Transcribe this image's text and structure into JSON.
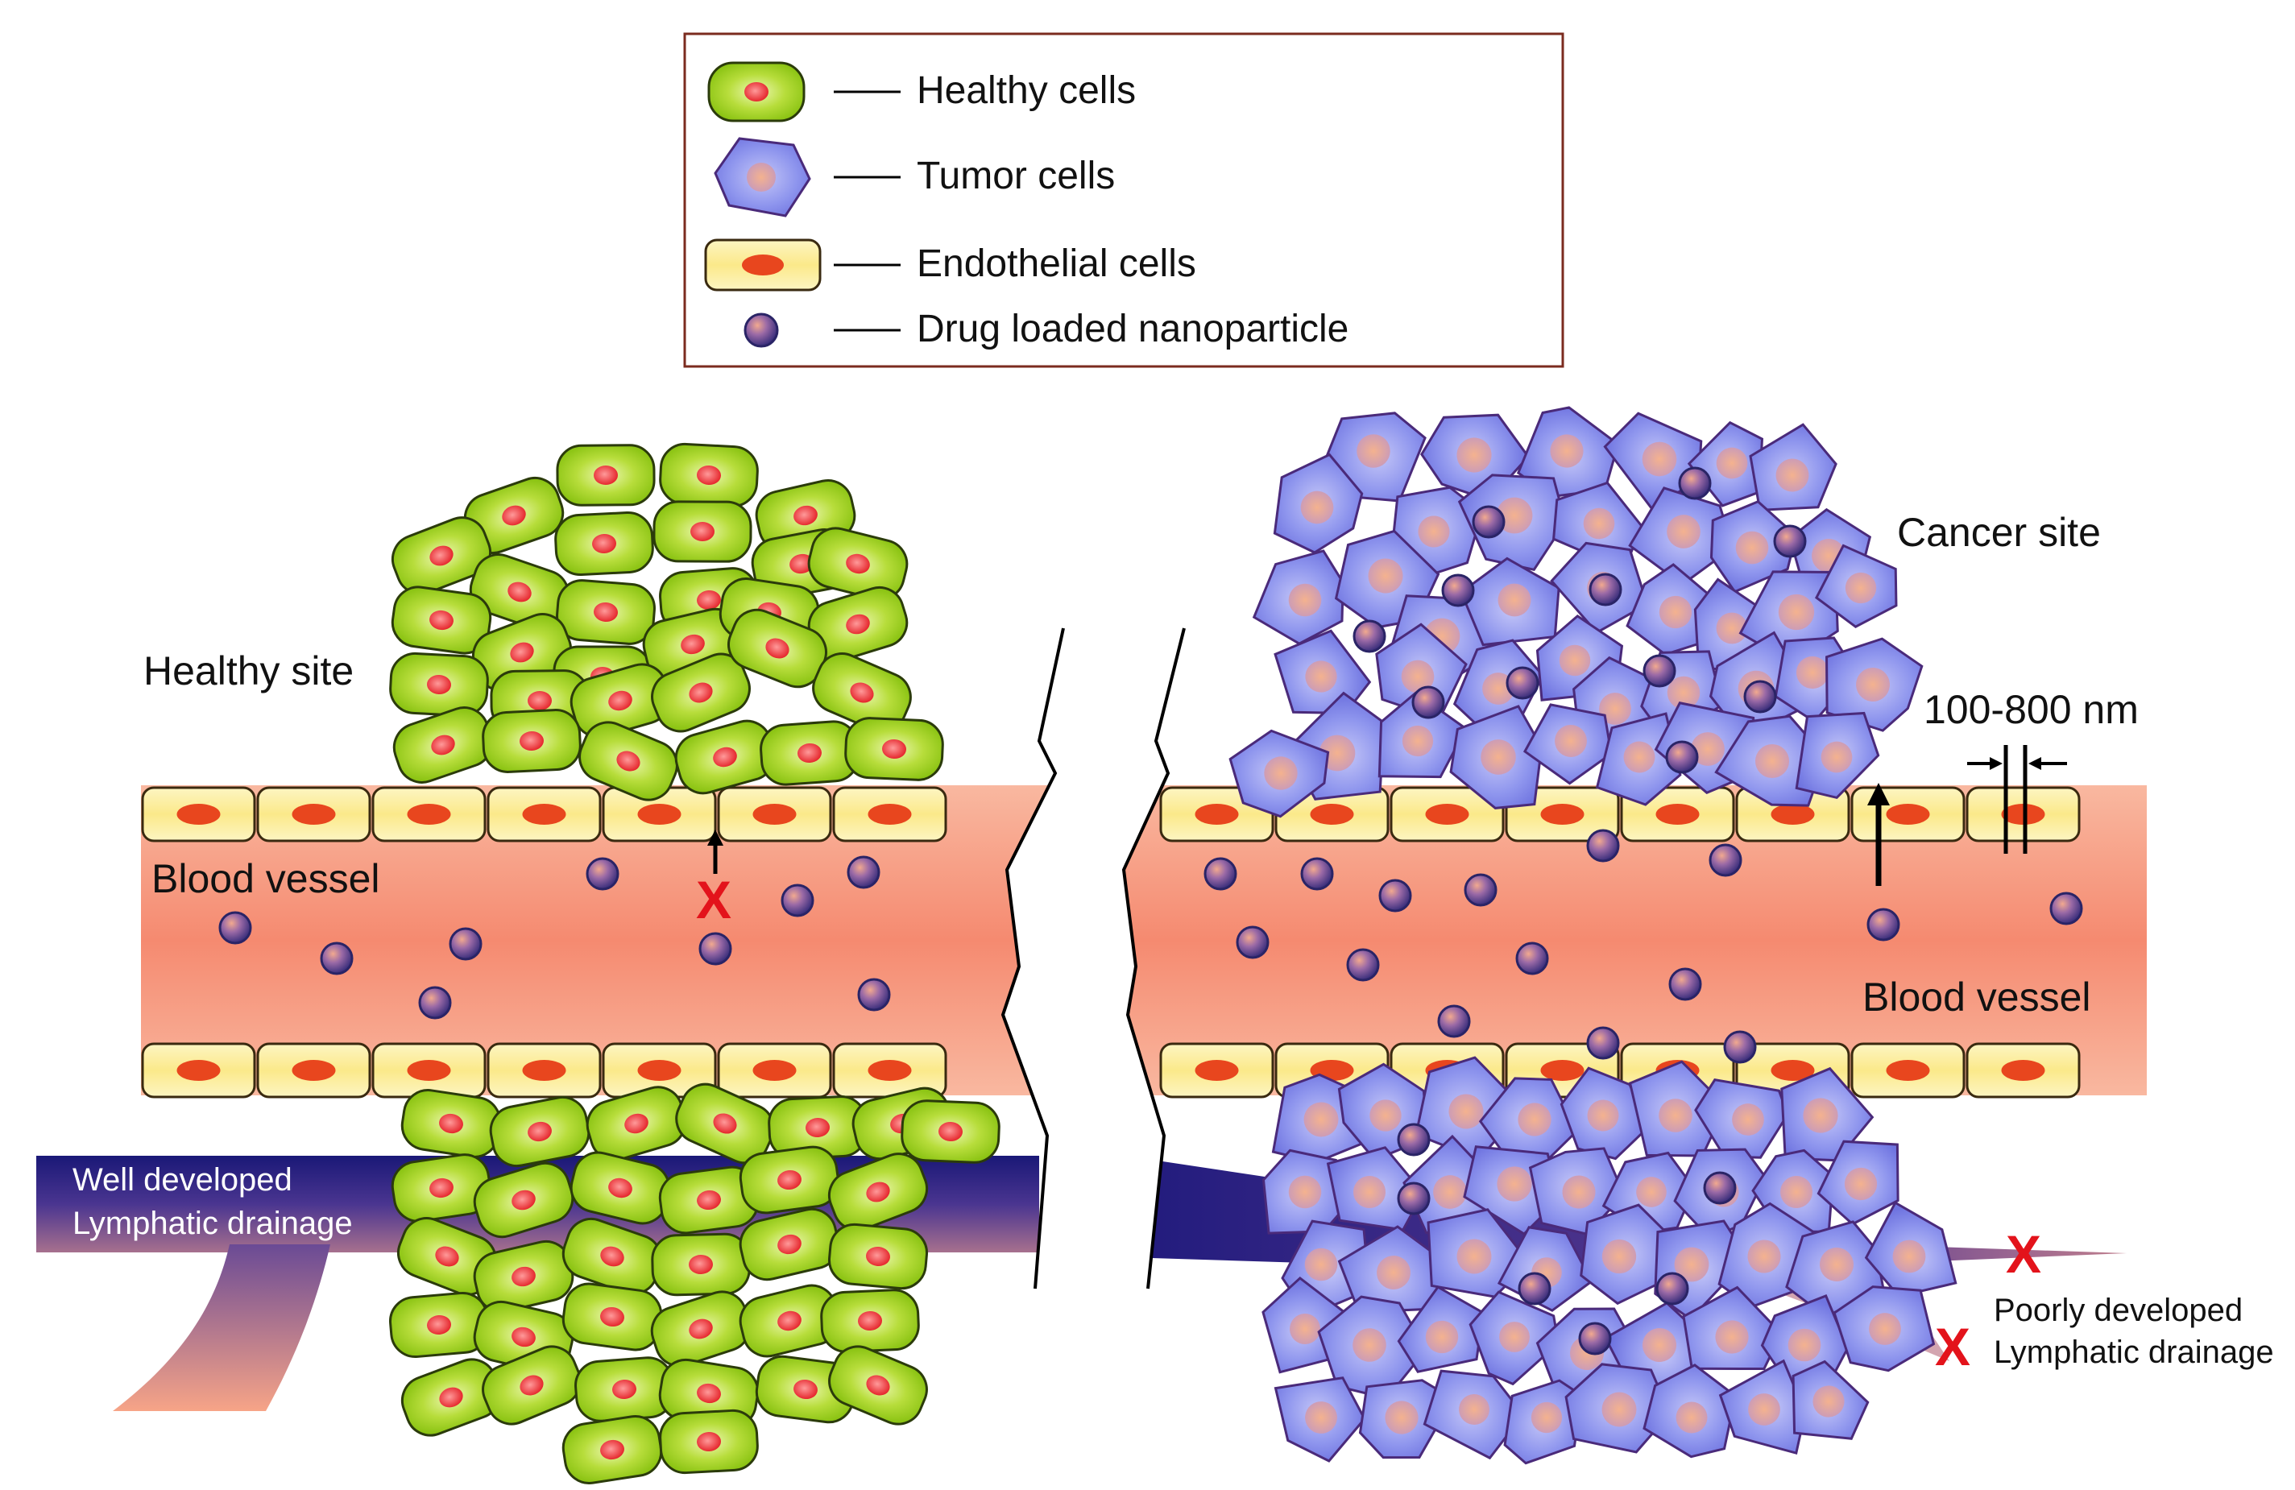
{
  "legend": {
    "items": [
      {
        "label": "Healthy cells",
        "icon": "healthy-cell-icon"
      },
      {
        "label": "Tumor cells",
        "icon": "tumor-cell-icon"
      },
      {
        "label": "Endothelial cells",
        "icon": "endothelial-cell-icon"
      },
      {
        "label": "Drug loaded nanoparticle",
        "icon": "nanoparticle-icon"
      }
    ]
  },
  "labels": {
    "healthy_site": "Healthy site",
    "cancer_site": "Cancer site",
    "blood_vessel_left": "Blood vessel",
    "blood_vessel_right": "Blood vessel",
    "gap_size": "100-800 nm",
    "well_lymph_line1": "Well developed",
    "well_lymph_line2": "Lymphatic drainage",
    "poor_lymph_line1": "Poorly developed",
    "poor_lymph_line2": "Lymphatic drainage",
    "blocked_marker": "X"
  },
  "colors": {
    "vessel": "#f7a487",
    "vessel_center": "#f5876c",
    "endothelial_fill": "#fdf7b3",
    "endothelial_nucleus": "#e8461e",
    "healthy_fill": "#9ed11c",
    "healthy_nucleus": "#e31e24",
    "tumor_fill": "#8a92ec",
    "tumor_nucleus": "#e7a2a0",
    "nanoparticle": "#4a3f8c",
    "lymph_dark": "#1d1a7c",
    "lymph_light": "#f7a487",
    "blocked": "#e3131b"
  }
}
